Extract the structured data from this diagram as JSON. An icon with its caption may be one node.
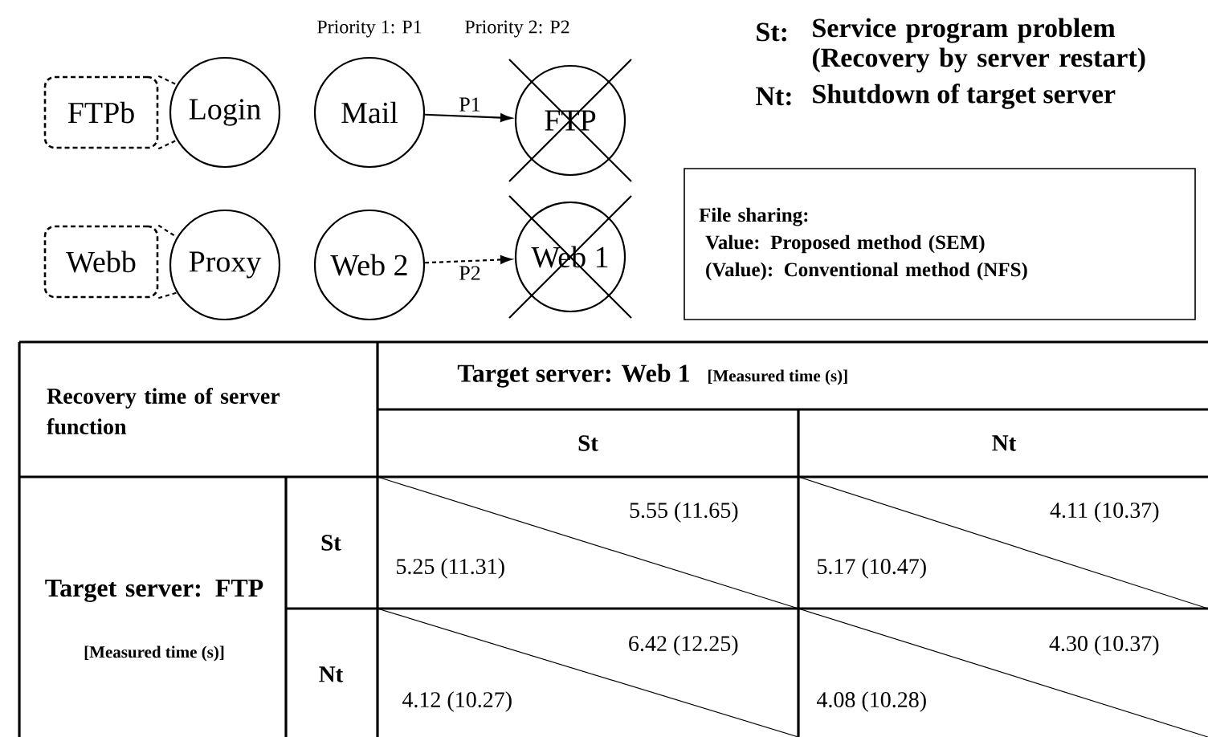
{
  "diagram": {
    "nodes": [
      {
        "text": [
          "FTPb"
        ]
      },
      {
        "text": [
          "Login"
        ]
      },
      {
        "text": [
          "Mail"
        ]
      },
      {
        "text": [
          "FTP"
        ]
      },
      {
        "text": [
          "Webb"
        ]
      },
      {
        "text": [
          "Proxy"
        ]
      },
      {
        "text": [
          "Web 2"
        ]
      },
      {
        "text": [
          "Web 1"
        ]
      },
      {
        "text": [
          "File sharing:",
          "Value:   Proposed method (SEM)",
          "(Value): Conventional method (NFS)"
        ]
      }
    ],
    "edges": [
      {
        "from": 0,
        "to": 1,
        "arrow": "none",
        "style": "dashed"
      },
      {
        "from": 0,
        "to": 1,
        "arrow": "none",
        "style": "dashed"
      },
      {
        "from": 2,
        "to": 3,
        "arrow": "to",
        "label": "P1"
      },
      {
        "from": 4,
        "to": 5,
        "arrow": "none",
        "style": "dashed"
      },
      {
        "from": 4,
        "to": 5,
        "arrow": "none",
        "style": "dashed"
      },
      {
        "from": 6,
        "to": 7,
        "arrow": "to",
        "label": "P2",
        "style": "dashed"
      }
    ],
    "labels": [
      "Priority 1: P1",
      "Priority 2: P2",
      "St:",
      "Service program problem (Recovery by server restart)",
      "Nt:",
      "Shutdown of target server",
      "Recovery time of server function",
      "Target server: Web 1",
      "[Measured time (s)]",
      "St",
      "Nt",
      "Target server: FTP",
      "[Measured time (s)]",
      "St",
      "5.55 (11.65)",
      "5.25 (11.31)",
      "4.11 (10.37)",
      "5.17 (10.47)",
      "Nt",
      "6.42 (12.25)",
      "4.12 (10.27)",
      "4.30 (10.37)",
      "4.08 (10.28)"
    ]
  }
}
